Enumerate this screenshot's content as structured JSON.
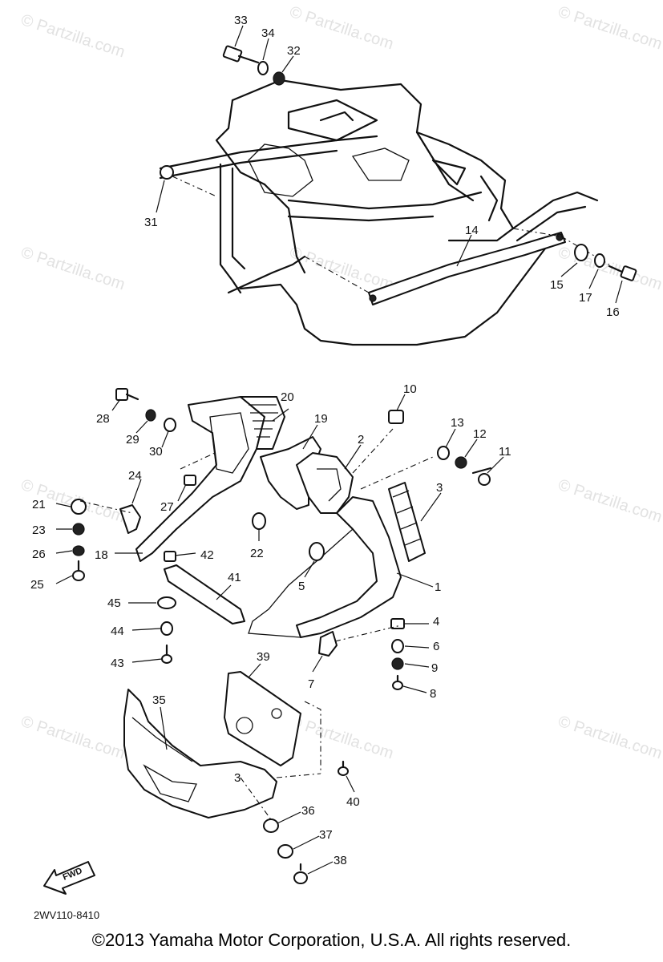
{
  "watermark": "© Partzilla.com",
  "diagram_code": "2WV110-8410",
  "fwd_label": "FWD",
  "copyright": "©2013 Yamaha Motor Corporation, U.S.A. All rights reserved.",
  "parts": {
    "p1": "1",
    "p2": "2",
    "p3": "3",
    "p3b": "3",
    "p4": "4",
    "p5": "5",
    "p6": "6",
    "p7": "7",
    "p8": "8",
    "p9": "9",
    "p10": "10",
    "p11": "11",
    "p12": "12",
    "p13": "13",
    "p14": "14",
    "p15": "15",
    "p16": "16",
    "p17": "17",
    "p18": "18",
    "p19": "19",
    "p20": "20",
    "p21": "21",
    "p22": "22",
    "p23": "23",
    "p24": "24",
    "p25": "25",
    "p26": "26",
    "p27": "27",
    "p28": "28",
    "p29": "29",
    "p30": "30",
    "p31": "31",
    "p32": "32",
    "p33": "33",
    "p34": "34",
    "p35": "35",
    "p36": "36",
    "p37": "37",
    "p38": "38",
    "p39": "39",
    "p40": "40",
    "p41": "41",
    "p42": "42",
    "p43": "43",
    "p44": "44",
    "p45": "45"
  }
}
